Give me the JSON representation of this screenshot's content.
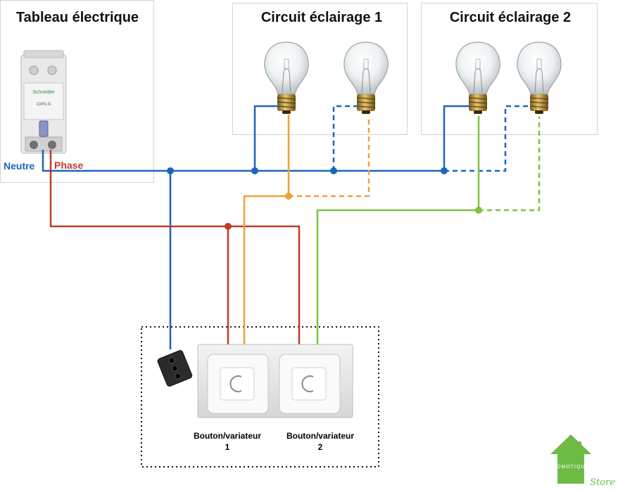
{
  "panel": {
    "title": "Tableau électrique"
  },
  "circuit_1": {
    "title": "Circuit éclairage 1"
  },
  "circuit_2": {
    "title": "Circuit éclairage 2"
  },
  "labels": {
    "neutral": "Neutre",
    "phase": "Phase"
  },
  "switches": [
    {
      "line1": "Bouton/variateur",
      "line2": "1"
    },
    {
      "line1": "Bouton/variateur",
      "line2": "2"
    }
  ],
  "breaker": {
    "brand": "Schneider",
    "model": "iDPN N"
  },
  "logo": {
    "brand_top": "DOMOTIQUE",
    "brand_script": "Store"
  },
  "colors": {
    "neutral": "#1a66bb",
    "phase": "#c0392b",
    "return_1": "#f0a032",
    "return_2": "#7dc242",
    "logo_green": "#6dbb45"
  },
  "icons": [
    "circuit-breaker-icon",
    "light-bulb-icon",
    "terminal-block-icon",
    "dimmer-switch-icon",
    "house-logo-icon"
  ]
}
